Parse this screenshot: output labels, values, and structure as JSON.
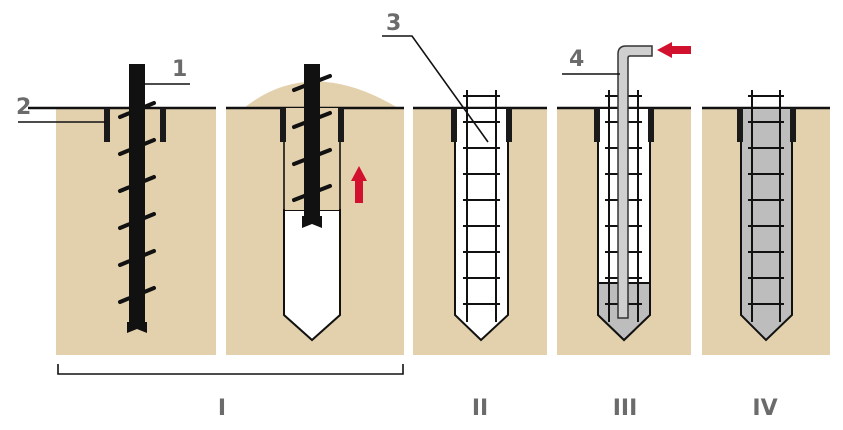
{
  "callouts": {
    "one": "1",
    "two": "2",
    "three": "3",
    "four": "4"
  },
  "stages": {
    "one": "I",
    "two": "II",
    "three": "III",
    "four": "IV"
  },
  "colors": {
    "soil": "#e3d1ad",
    "concrete": "#bdbdbd",
    "arrow": "#d2112e"
  }
}
